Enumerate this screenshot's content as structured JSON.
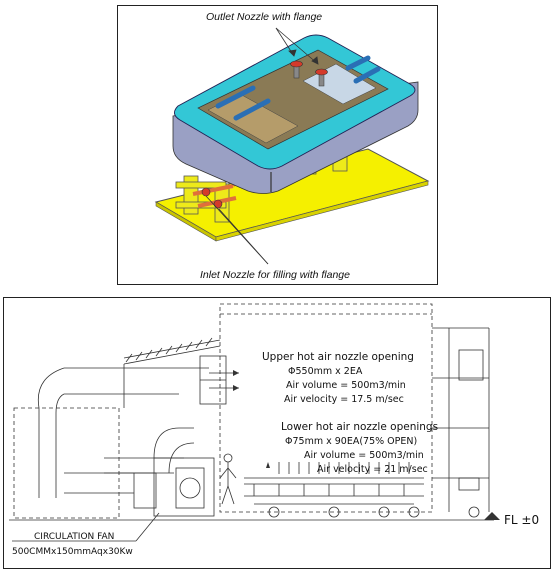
{
  "top_figure": {
    "outlet_label": "Outlet Nozzle with flange",
    "inlet_label": "Inlet Nozzle for filling with flange"
  },
  "bottom_figure": {
    "upper": {
      "title": "Upper hot air nozzle opening",
      "size": "Φ550mm x 2EA",
      "volume": "Air volume = 500m3/min",
      "velocity": "Air velocity = 17.5 m/sec"
    },
    "lower": {
      "title": "Lower hot air nozzle openings",
      "size": "Φ75mm x 90EA(75% OPEN)",
      "volume": "Air volume = 500m3/min",
      "velocity": "Air velocity = 21 m/sec"
    },
    "fan_label": "CIRCULATION FAN",
    "fan_spec": "500CMMx150mmAqx30Kw",
    "floor_level": "FL ±0"
  },
  "colors": {
    "base_plate": "#f5f000",
    "frame_cyan": "#33c7d6",
    "frame_side": "#9aa0c4",
    "tray": "#8a7a55",
    "tube_blue": "#2a6fb5",
    "nozzle_red": "#d43a2a",
    "pipe_orange": "#e0703a"
  }
}
